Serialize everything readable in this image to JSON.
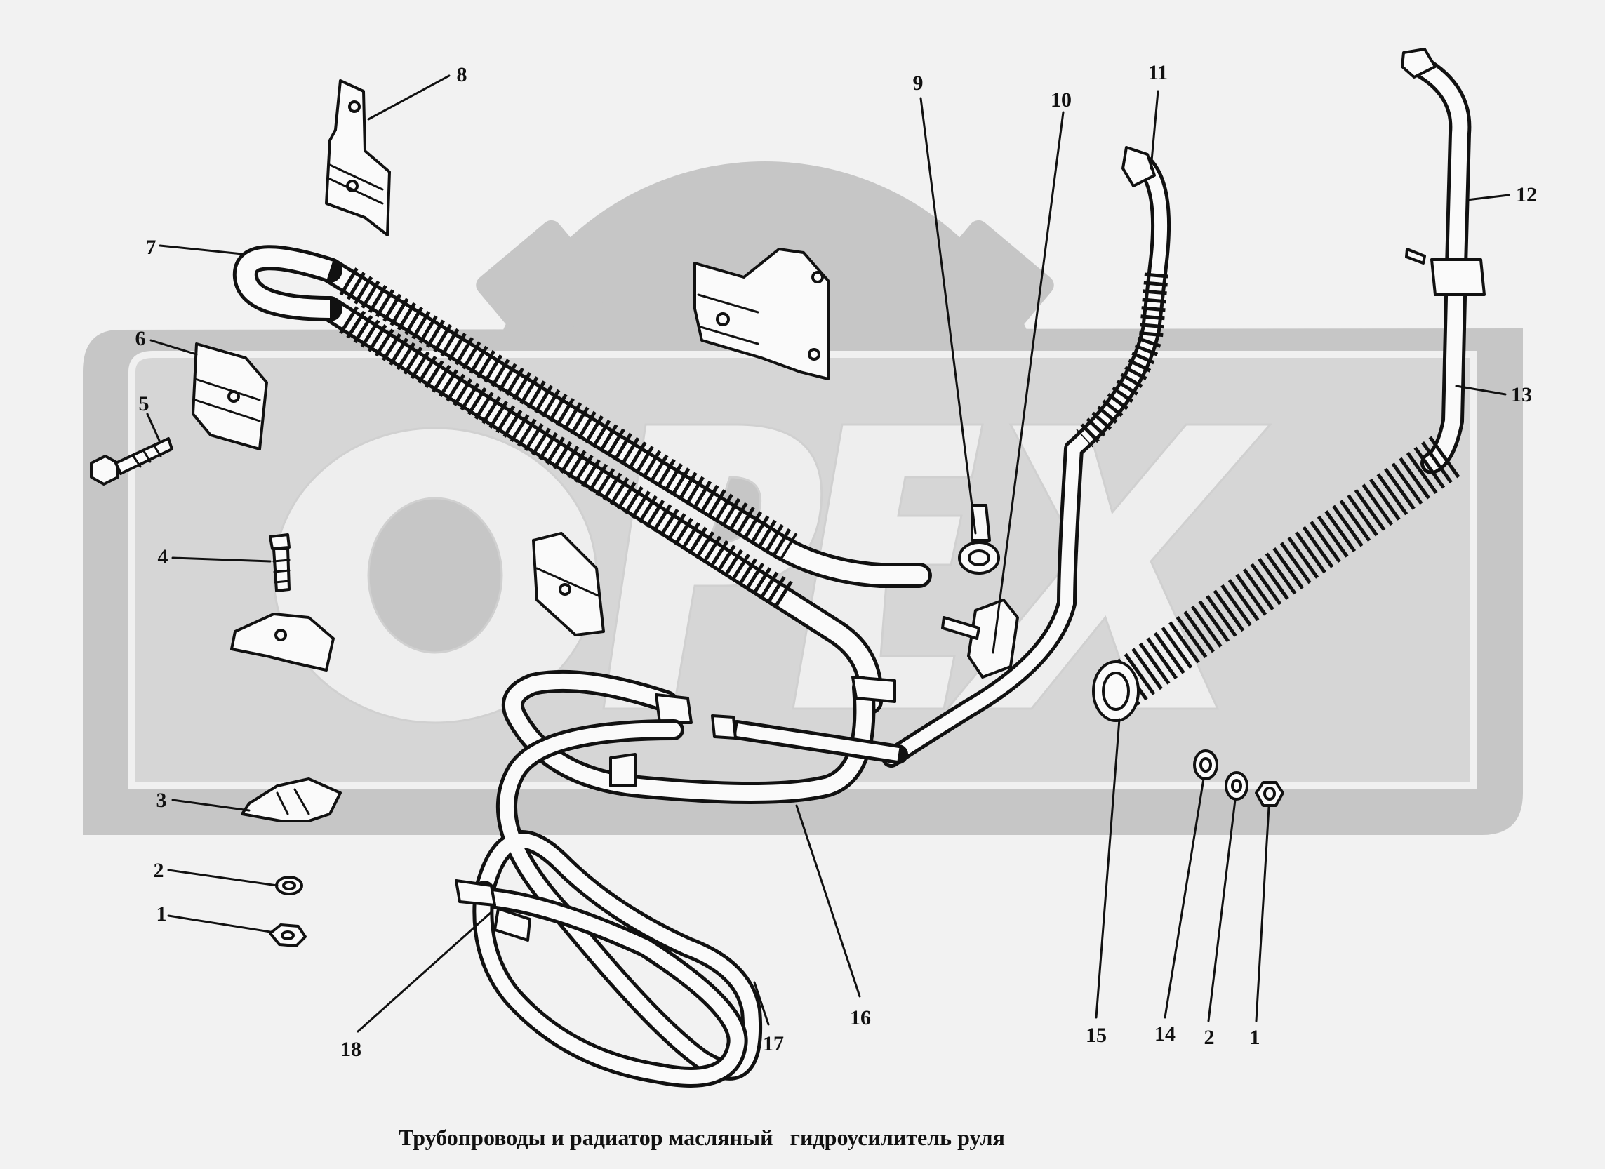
{
  "watermark": {
    "text": "OPEX",
    "color": "#c6c6c6"
  },
  "callouts": [
    {
      "id": "c8",
      "label": "8"
    },
    {
      "id": "c7",
      "label": "7"
    },
    {
      "id": "c6",
      "label": "6"
    },
    {
      "id": "c5",
      "label": "5"
    },
    {
      "id": "c4",
      "label": "4"
    },
    {
      "id": "c3",
      "label": "3"
    },
    {
      "id": "c2a",
      "label": "2"
    },
    {
      "id": "c1a",
      "label": "1"
    },
    {
      "id": "c9",
      "label": "9"
    },
    {
      "id": "c10",
      "label": "10"
    },
    {
      "id": "c11",
      "label": "11"
    },
    {
      "id": "c12",
      "label": "12"
    },
    {
      "id": "c13",
      "label": "13"
    },
    {
      "id": "c15",
      "label": "15"
    },
    {
      "id": "c14",
      "label": "14"
    },
    {
      "id": "c2b",
      "label": "2"
    },
    {
      "id": "c1b",
      "label": "1"
    },
    {
      "id": "c16",
      "label": "16"
    },
    {
      "id": "c17",
      "label": "17"
    },
    {
      "id": "c18",
      "label": "18"
    }
  ],
  "caption": "Трубопроводы и радиатор масляный   гидроусилитель руля"
}
